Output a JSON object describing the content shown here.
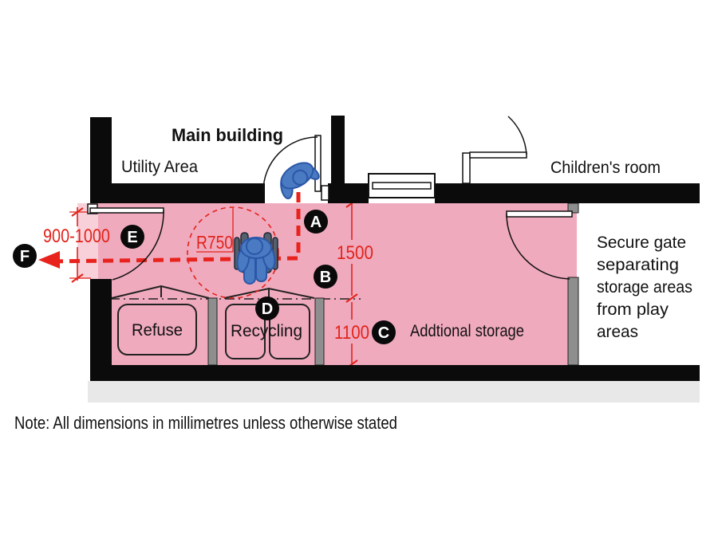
{
  "title_labels": {
    "main_building": "Main building",
    "utility_area": "Utility Area",
    "childrens_room": "Children's room"
  },
  "storage_labels": {
    "refuse": "Refuse",
    "recycling": "Recycling",
    "additional_storage": "Addtional storage"
  },
  "secure_gate_note": {
    "lines": [
      "Secure gate",
      "separating",
      "storage areas",
      "from play",
      "areas"
    ]
  },
  "dimensions": {
    "door_width_range": "900-1000",
    "turning_radius": "R750",
    "clear_depth": "1500",
    "bin_depth": "1100"
  },
  "markers": [
    "A",
    "B",
    "C",
    "D",
    "E",
    "F"
  ],
  "note": "Note: All dimensions in millimetres unless otherwise stated",
  "icons": [
    "person-icon",
    "wheelchair-user-icon",
    "direction-arrow-icon"
  ],
  "colors": {
    "storage_floor_pink": "#f0aabe",
    "threshold_pink": "#f7d0da",
    "wall_black": "#0b0b0b",
    "dimension_red": "#e2231a",
    "path_red": "#e8231d",
    "figure_blue": "#4a7ac1",
    "figure_blue_dark": "#2b57a8",
    "post_gray": "#8e8e8e",
    "floor_gray": "#e8e8e8"
  }
}
